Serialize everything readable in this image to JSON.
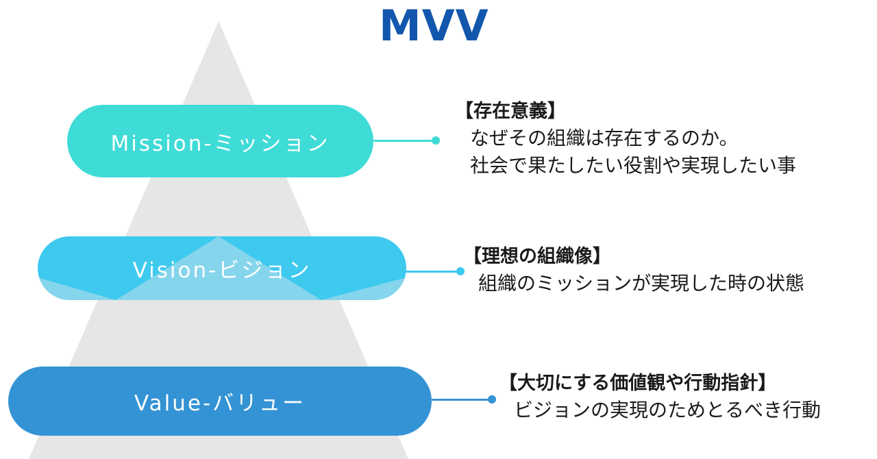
{
  "page": {
    "title": "MVV",
    "background_color": "#ffffff",
    "title_color": "#1257ad",
    "pyramid_color": "#e6e6e6"
  },
  "levels": [
    {
      "id": "mission",
      "bar_label": "Mission-ミッション",
      "bar_color": "#3fdbd7",
      "connector_color": "#3fdbd7",
      "heading": "【存在意義】",
      "lines": [
        "なぜその組織は存在するのか。",
        "社会で果たしたい役割や実現したい事"
      ]
    },
    {
      "id": "vision",
      "bar_label": "Vision-ビジョン",
      "bar_color": "#3ec9ef",
      "connector_color": "#3ec9ef",
      "heading": "【理想の組織像】",
      "lines": [
        "組織のミッションが実現した時の状態"
      ]
    },
    {
      "id": "value",
      "bar_label": "Value-バリュー",
      "bar_color": "#3493d4",
      "connector_color": "#3493d4",
      "heading": "【大切にする価値観や行動指針】",
      "lines": [
        "ビジョンの実現のためとるべき行動"
      ]
    }
  ]
}
